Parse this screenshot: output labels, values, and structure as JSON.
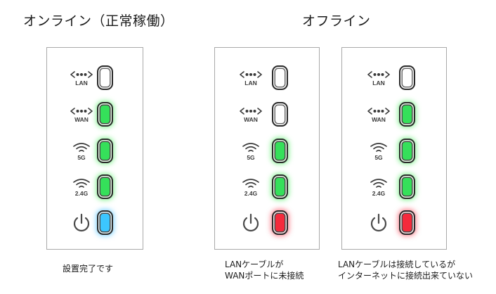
{
  "headings": {
    "online": "オンライン（正常稼働）",
    "offline": "オフライン"
  },
  "indicator_labels": {
    "lan": "LAN",
    "wan": "WAN",
    "wifi_5g": "5G",
    "wifi_24g": "2.4G"
  },
  "icons": {
    "lan": "network-dots-icon",
    "wan": "network-dots-icon",
    "wifi_5g": "wifi-icon",
    "wifi_24g": "wifi-icon",
    "power": "power-icon"
  },
  "colors": {
    "off": "#ffffff",
    "green": "#35e05a",
    "blue": "#3cc6ff",
    "red": "#f52a3c"
  },
  "panels": [
    {
      "id": "online",
      "leds": {
        "lan": "off",
        "wan": "green",
        "wifi_5g": "green",
        "wifi_24g": "green",
        "power": "blue"
      },
      "caption": [
        "設置完了です"
      ]
    },
    {
      "id": "offline-wan",
      "leds": {
        "lan": "off",
        "wan": "off",
        "wifi_5g": "green",
        "wifi_24g": "green",
        "power": "red"
      },
      "caption": [
        "LANケーブルが",
        "WANポートに未接続"
      ]
    },
    {
      "id": "offline-internet",
      "leds": {
        "lan": "off",
        "wan": "green",
        "wifi_5g": "green",
        "wifi_24g": "green",
        "power": "red"
      },
      "caption": [
        "LANケーブルは接続しているが",
        "インターネットに接続出来ていない"
      ]
    }
  ]
}
